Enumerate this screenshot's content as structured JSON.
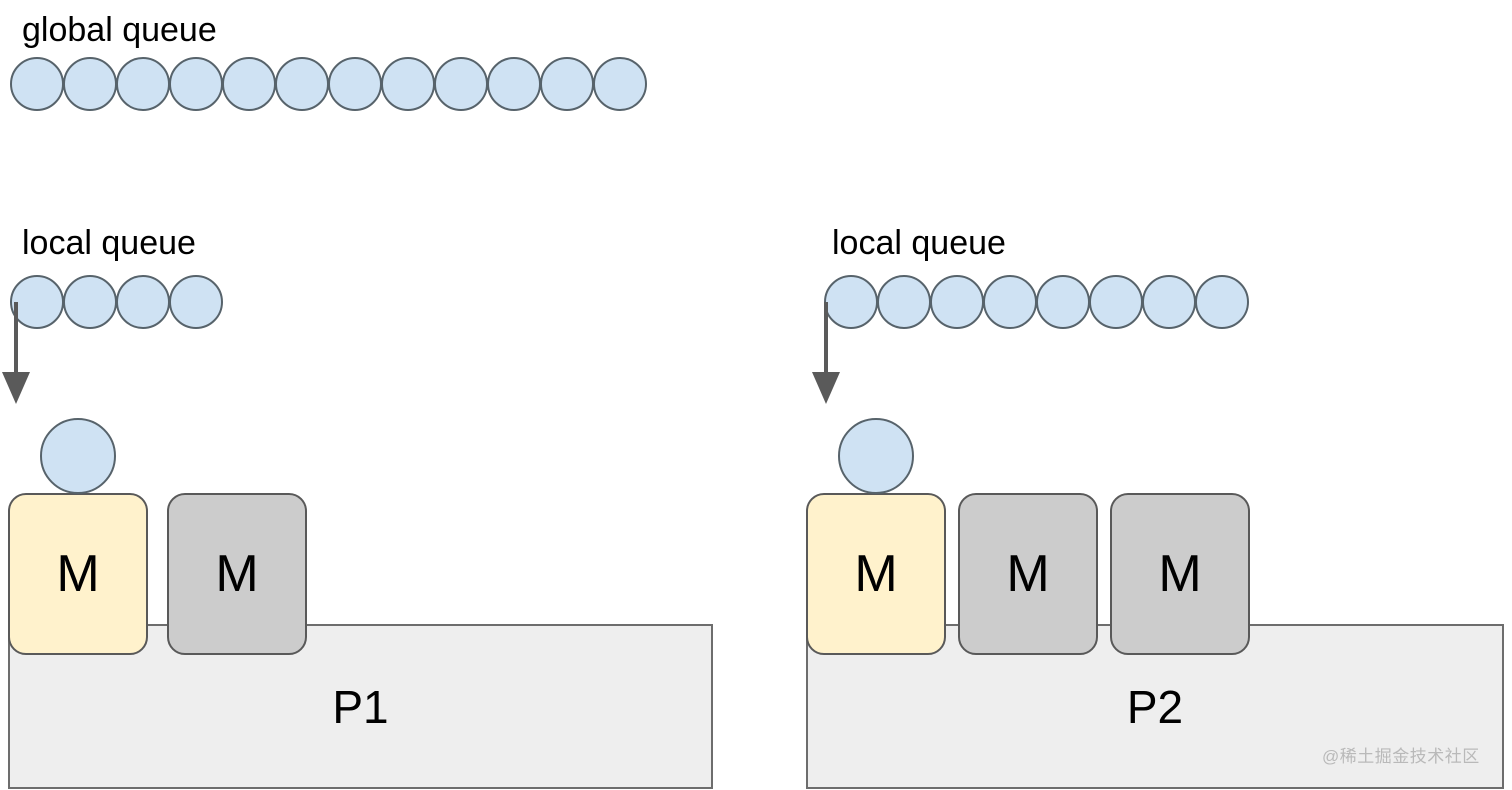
{
  "diagram": {
    "title_labels": {
      "global_queue": "global queue",
      "local_queue": "local queue"
    },
    "global_queue": {
      "label": "global queue",
      "circle_count": 12,
      "circle_color": "#cfe2f3",
      "circle_border": "#57636b"
    },
    "processors": [
      {
        "id": "P1",
        "label": "P1",
        "local_queue": {
          "label": "local queue",
          "circle_count": 4
        },
        "machines": [
          {
            "label": "M",
            "state": "running",
            "color": "#fff2cc",
            "has_goroutine": true
          },
          {
            "label": "M",
            "state": "idle",
            "color": "#cccccc",
            "has_goroutine": false
          }
        ]
      },
      {
        "id": "P2",
        "label": "P2",
        "local_queue": {
          "label": "local queue",
          "circle_count": 8
        },
        "machines": [
          {
            "label": "M",
            "state": "running",
            "color": "#fff2cc",
            "has_goroutine": true
          },
          {
            "label": "M",
            "state": "idle",
            "color": "#cccccc",
            "has_goroutine": false
          },
          {
            "label": "M",
            "state": "idle",
            "color": "#cccccc",
            "has_goroutine": false
          }
        ]
      }
    ],
    "arrows": [
      {
        "name": "local-queue-to-machine-p1",
        "direction": "down"
      },
      {
        "name": "local-queue-to-machine-p2",
        "direction": "down"
      }
    ],
    "colors": {
      "goroutine_fill": "#cfe2f3",
      "goroutine_stroke": "#57636b",
      "machine_running_fill": "#fff2cc",
      "machine_idle_fill": "#cccccc",
      "machine_stroke": "#595959",
      "processor_fill": "#eeeeee",
      "processor_stroke": "#6d6d6d",
      "arrow_color": "#5a5a5a",
      "watermark_color": "#b9b9b9"
    },
    "watermark": "@稀土掘金技术社区"
  }
}
